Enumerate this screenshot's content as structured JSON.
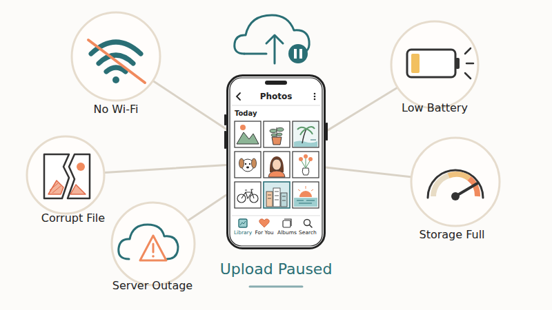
{
  "diagram": {
    "nodes": [
      {
        "text": [
          "Photos",
          "Today",
          "Library",
          "For You",
          "Albums",
          "Search"
        ]
      },
      {
        "text": [
          "No Wi-Fi"
        ]
      },
      {
        "text": [
          "Low Battery"
        ]
      },
      {
        "text": [
          "Corrupt File"
        ]
      },
      {
        "text": [
          "Storage Full"
        ]
      },
      {
        "text": [
          "Server Outage"
        ]
      }
    ],
    "edges": [
      {
        "from": 1,
        "to": 0,
        "arrow": "none"
      },
      {
        "from": 2,
        "to": 0,
        "arrow": "none"
      },
      {
        "from": 3,
        "to": 0,
        "arrow": "none"
      },
      {
        "from": 4,
        "to": 0,
        "arrow": "none"
      },
      {
        "from": 5,
        "to": 0,
        "arrow": "none"
      }
    ],
    "labels": [
      "Upload Paused"
    ]
  }
}
